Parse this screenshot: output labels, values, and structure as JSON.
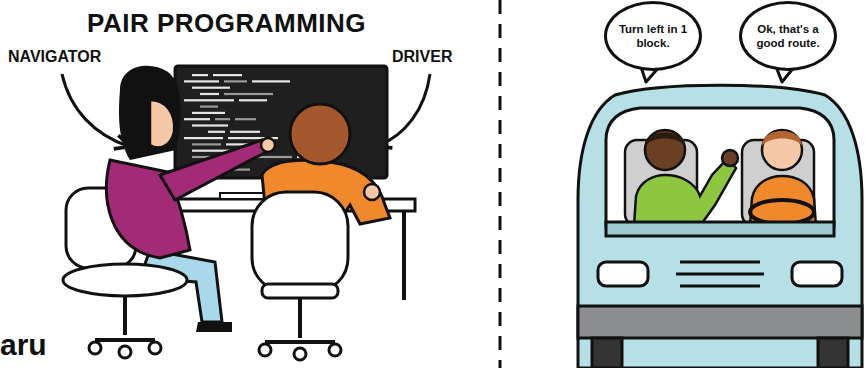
{
  "diagram": {
    "title": "PAIR PROGRAMMING",
    "nodes": [
      {
        "text": [
          "Turn left in 1 block."
        ]
      },
      {
        "text": [
          "Ok, that's a good route."
        ]
      }
    ],
    "labels": [
      "NAVIGATOR",
      "DRIVER",
      "aru"
    ]
  }
}
